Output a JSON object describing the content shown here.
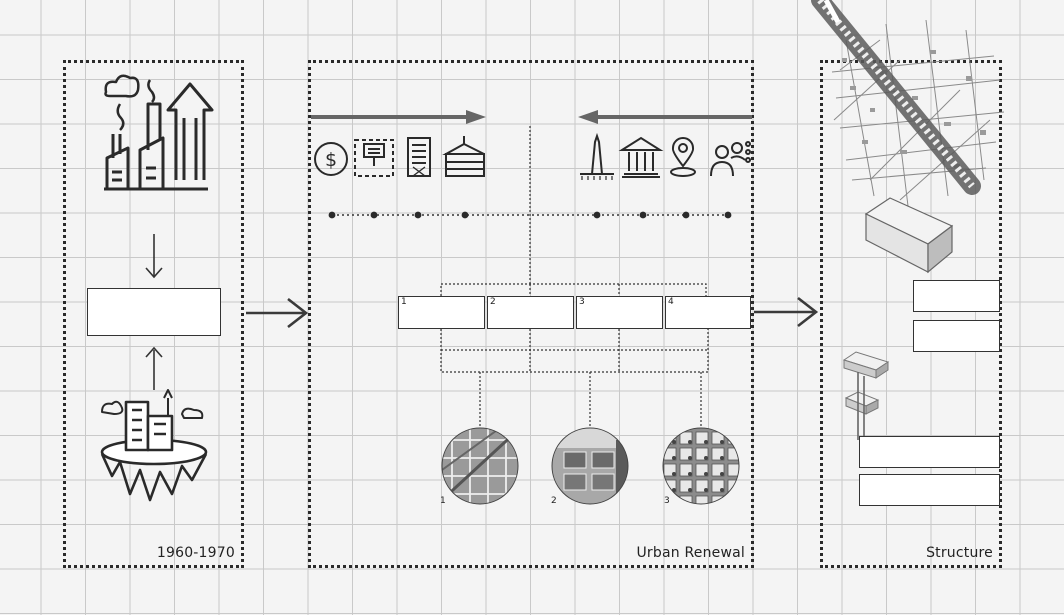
{
  "panels": {
    "left_label": "1960-1970",
    "middle_label": "Urban Renewal",
    "right_label": "Structure"
  },
  "stage_numbers": [
    "1",
    "2",
    "3",
    "4"
  ],
  "image_numbers": [
    "1",
    "2",
    "3"
  ],
  "icons": {
    "left": [
      "factory-icon",
      "growth-arrow-icon",
      "floating-city-icon"
    ],
    "middle_left": [
      "dollar-icon",
      "signboard-icon",
      "office-building-icon",
      "container-icon"
    ],
    "middle_right": [
      "monument-icon",
      "museum-icon",
      "location-pin-icon",
      "people-icon"
    ],
    "right": [
      "city-map-icon",
      "block-volume-icon",
      "structure-model-icon"
    ]
  }
}
